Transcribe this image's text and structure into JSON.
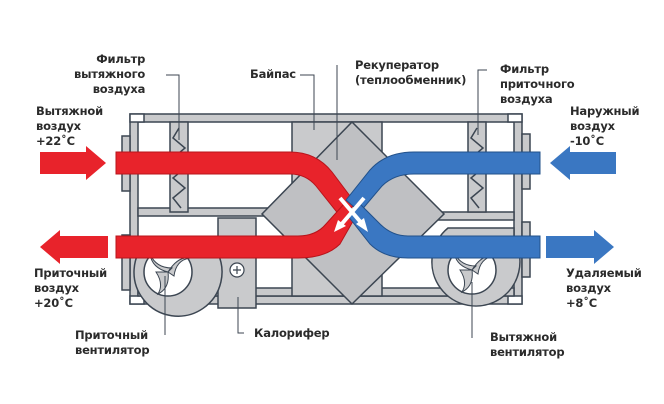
{
  "colors": {
    "warm_air": "#e8232b",
    "cold_air": "#3a77c2",
    "housing": "#c9cacc",
    "outline": "#3c4652",
    "text": "#2b2b2b",
    "background": "#ffffff"
  },
  "labels": {
    "exhaust_filter": "Фильтр\nвытяжного\nвоздуха",
    "bypass": "Байпас",
    "recuperator": "Рекуператор\n(теплообменник)",
    "supply_filter": "Фильтр\nприточного\nвоздуха",
    "exhaust_air_in": "Вытяжной\nвоздух\n+22˚C",
    "outdoor_air_in": "Наружный\nвоздух\n-10˚C",
    "supply_air_out": "Приточный\nвоздух\n+20˚C",
    "removed_air_out": "Удаляемый\nвоздух\n+8˚C",
    "supply_fan": "Приточный\nвентилятор",
    "heater": "Калорифер",
    "exhaust_fan": "Вытяжной\nвентилятор"
  },
  "flows": [
    {
      "name": "Вытяжной воздух",
      "temperature_c": 22,
      "direction": "in",
      "color": "warm"
    },
    {
      "name": "Наружный воздух",
      "temperature_c": -10,
      "direction": "in",
      "color": "cold"
    },
    {
      "name": "Приточный воздух",
      "temperature_c": 20,
      "direction": "out",
      "color": "warm"
    },
    {
      "name": "Удаляемый воздух",
      "temperature_c": 8,
      "direction": "out",
      "color": "cold"
    }
  ]
}
